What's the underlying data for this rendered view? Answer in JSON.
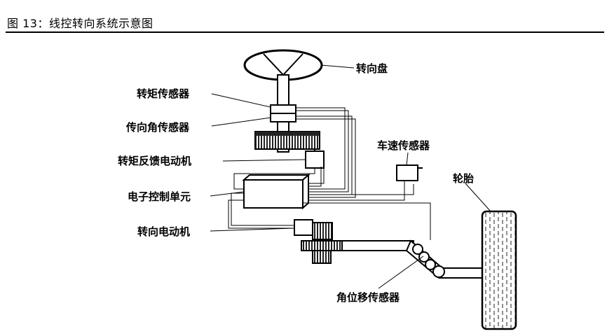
{
  "caption": "图 13：线控转向系统示意图",
  "labels": {
    "steering_wheel": "转向盘",
    "torque_sensor": "转矩传感器",
    "angle_sensor": "传向角传感器",
    "feedback_motor": "转矩反馈电动机",
    "ecu": "电子控制单元",
    "steering_motor": "转向电动机",
    "speed_sensor": "车速传感器",
    "tire": "轮胎",
    "displacement_sensor": "角位移传感器"
  }
}
